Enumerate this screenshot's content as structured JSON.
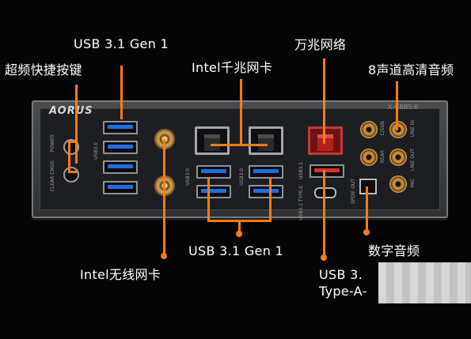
{
  "labels": {
    "usb_top": "USB 3.1 Gen 1",
    "overclock": "超频快捷按键",
    "intel_lan": "Intel千兆网卡",
    "ten_g": "万兆网络",
    "audio8": "8声道高清音频",
    "usb_bottom": "USB 3.1 Gen 1",
    "wifi": "Intel无线网卡",
    "digital_audio": "数字音频",
    "usb_ac_line1": "USB 3.",
    "usb_ac_line2": "Type-A-"
  },
  "panel": {
    "brand": "AORUS",
    "model": "X-GBBS-B",
    "mini_labels": [
      "POWER",
      "CLEAR CMOS",
      "USB3.0",
      "USB3.0",
      "USB3.0",
      "USB3.1",
      "USB3.1 TYPE-C",
      "SPDIF OUT",
      "C/SUB",
      "REAR",
      "LINE IN",
      "LINE OUT",
      "MIC"
    ]
  },
  "colors": {
    "accent": "#ff7a12",
    "usb_blue": "#1f6fe0",
    "usb_red": "#d9302a"
  }
}
